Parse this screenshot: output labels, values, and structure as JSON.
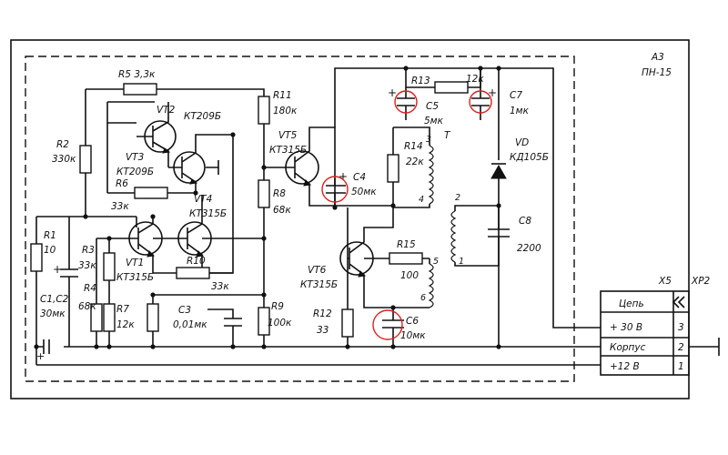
{
  "block": {
    "name": "A3",
    "model": "ПН-15"
  },
  "components": {
    "R1": {
      "ref": "R1",
      "value": "10"
    },
    "R2": {
      "ref": "R2",
      "value": "330к"
    },
    "R3": {
      "ref": "R3",
      "value": "33к"
    },
    "R4": {
      "ref": "R4",
      "value": "68к"
    },
    "R5": {
      "ref": "R5",
      "value": "3,3к"
    },
    "R6": {
      "ref": "R6",
      "value": "33к"
    },
    "R7": {
      "ref": "R7",
      "value": "12к"
    },
    "R8": {
      "ref": "R8",
      "value": "68к"
    },
    "R9": {
      "ref": "R9",
      "value": "100к"
    },
    "R10": {
      "ref": "R10",
      "value": "33к"
    },
    "R11": {
      "ref": "R11",
      "value": "180к"
    },
    "R12": {
      "ref": "R12",
      "value": "33"
    },
    "R13": {
      "ref": "R13",
      "value": "12к"
    },
    "R14": {
      "ref": "R14",
      "value": "22к"
    },
    "R15": {
      "ref": "R15",
      "value": "100"
    },
    "C1C2": {
      "ref": "C1,C2",
      "value": "30мк"
    },
    "C3": {
      "ref": "C3",
      "value": "0,01мк"
    },
    "C4": {
      "ref": "C4",
      "value": "50мк"
    },
    "C5": {
      "ref": "C5",
      "value": "5мк"
    },
    "C6": {
      "ref": "C6",
      "value": "10мк"
    },
    "C7": {
      "ref": "C7",
      "value": "1мк"
    },
    "C8": {
      "ref": "C8",
      "value": "2200"
    },
    "VD": {
      "ref": "VD",
      "value": "КД105Б"
    },
    "VT1": {
      "ref": "VT1",
      "type": "КТ315Б"
    },
    "VT2": {
      "ref": "VT2",
      "type": "КТ209Б"
    },
    "VT3": {
      "ref": "VT3",
      "type": "КТ209Б"
    },
    "VT4": {
      "ref": "VT4",
      "type": "КТ315Б"
    },
    "VT5": {
      "ref": "VT5",
      "type": "КТ315Б"
    },
    "VT6": {
      "ref": "VT6",
      "type": "КТ315Б"
    },
    "T": {
      "ref": "T",
      "pins": [
        "2",
        "1",
        "3",
        "4",
        "5",
        "6"
      ]
    }
  },
  "connector": {
    "refs": [
      "X5",
      "XP2"
    ],
    "header": "Цепь",
    "rows": [
      {
        "name": "+ 30 В",
        "pin": "3"
      },
      {
        "name": "Корпус",
        "pin": "2"
      },
      {
        "name": "+12 В",
        "pin": "1"
      }
    ]
  },
  "highlight_color": "#d9211f"
}
